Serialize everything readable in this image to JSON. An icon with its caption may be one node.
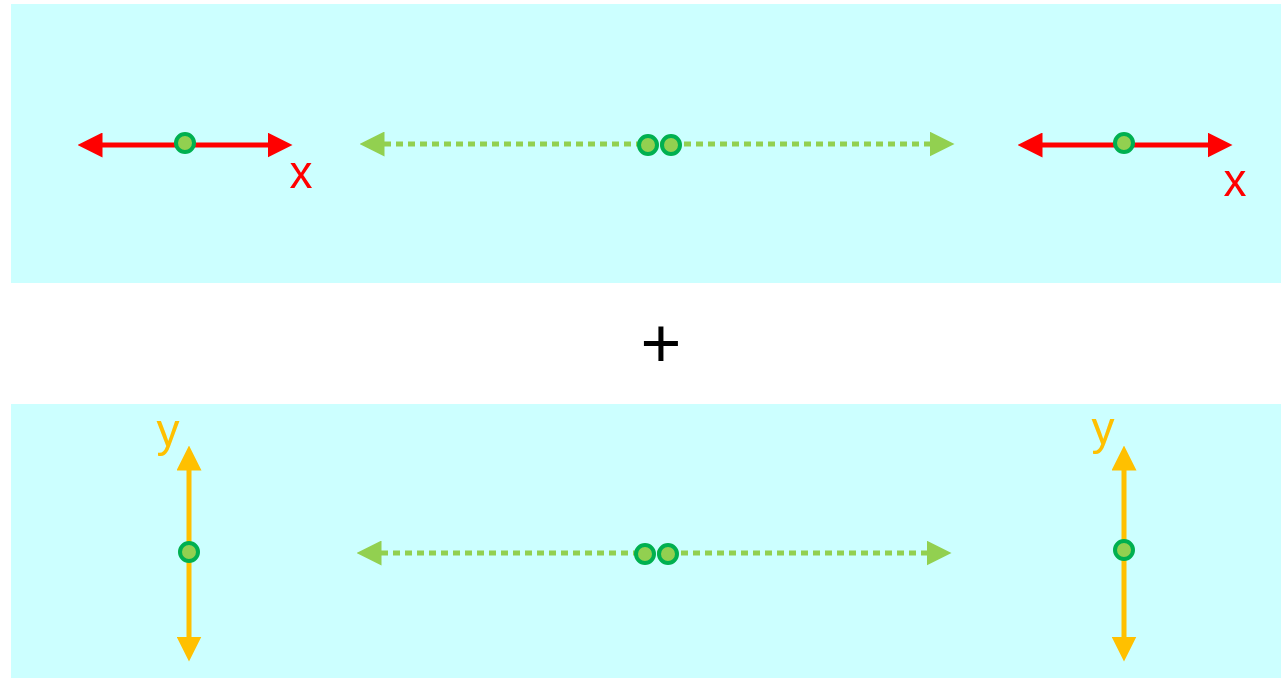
{
  "diagram": {
    "labels": [
      "x",
      "x",
      "+",
      "y",
      "y"
    ]
  }
}
